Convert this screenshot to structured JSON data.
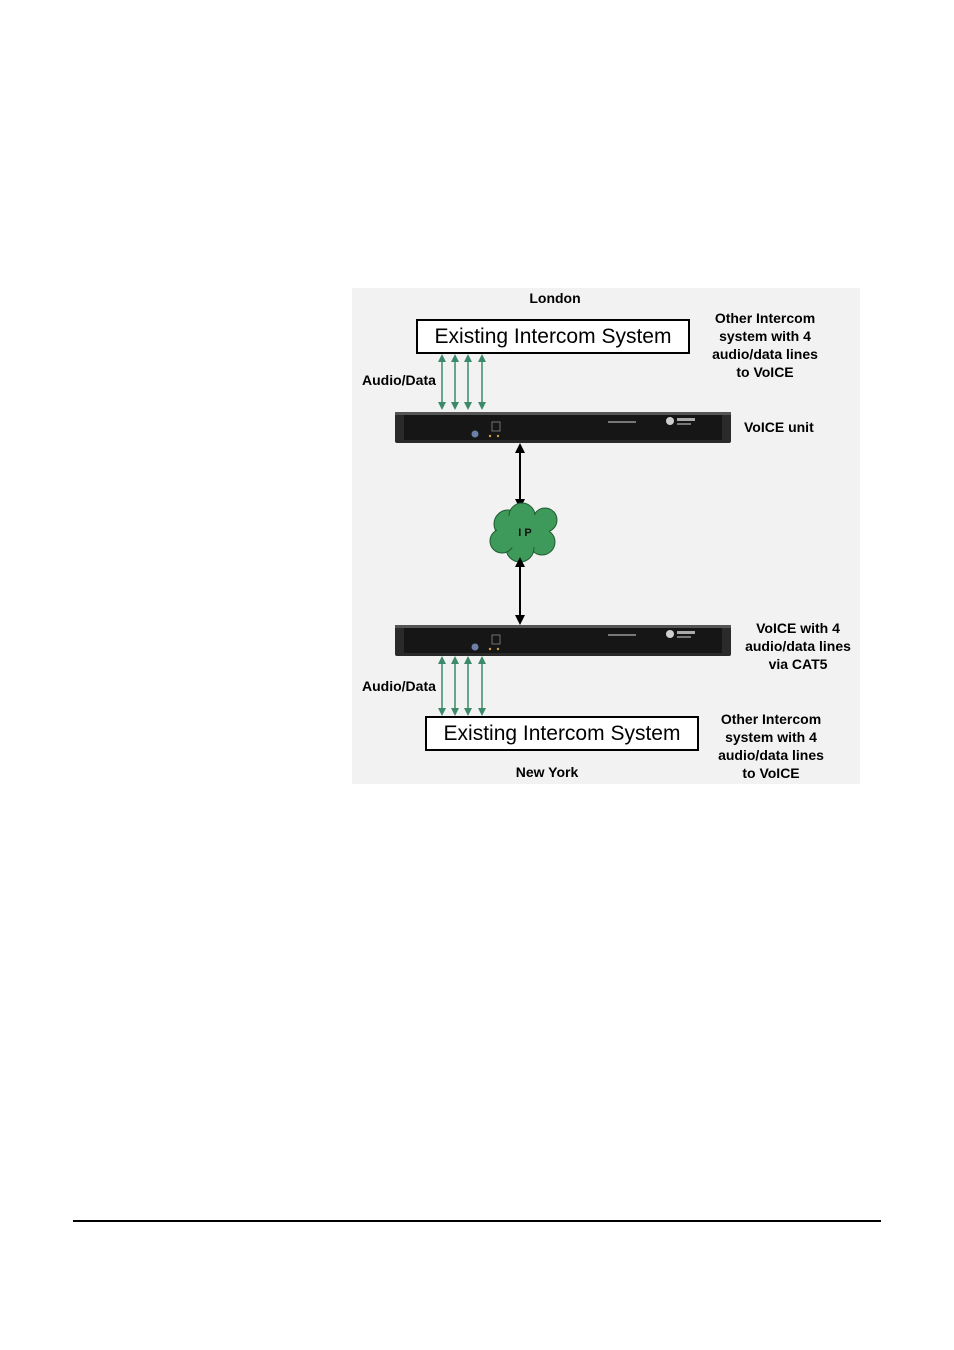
{
  "diagram": {
    "top_location": "London",
    "bottom_location": "New York",
    "top_system_label": "Existing Intercom System",
    "bottom_system_label": "Existing Intercom System",
    "top_audio_label": "Audio/Data",
    "bottom_audio_label": "Audio/Data",
    "top_side_note": [
      "Other Intercom",
      "system with 4",
      "audio/data lines",
      "to VoICE"
    ],
    "top_unit_label": "VoICE unit",
    "bottom_unit_note": [
      "VoICE with 4",
      "audio/data lines",
      "via CAT5"
    ],
    "bottom_side_note": [
      "Other Intercom",
      "system with 4",
      "audio/data lines",
      "to VoICE"
    ],
    "cloud_label": "I P",
    "colors": {
      "audio_arrow": "#3c8a6a",
      "cloud_fill": "#3e9a5a",
      "unit_body": "#1c1c1c",
      "background": "#f2f2f2"
    }
  }
}
